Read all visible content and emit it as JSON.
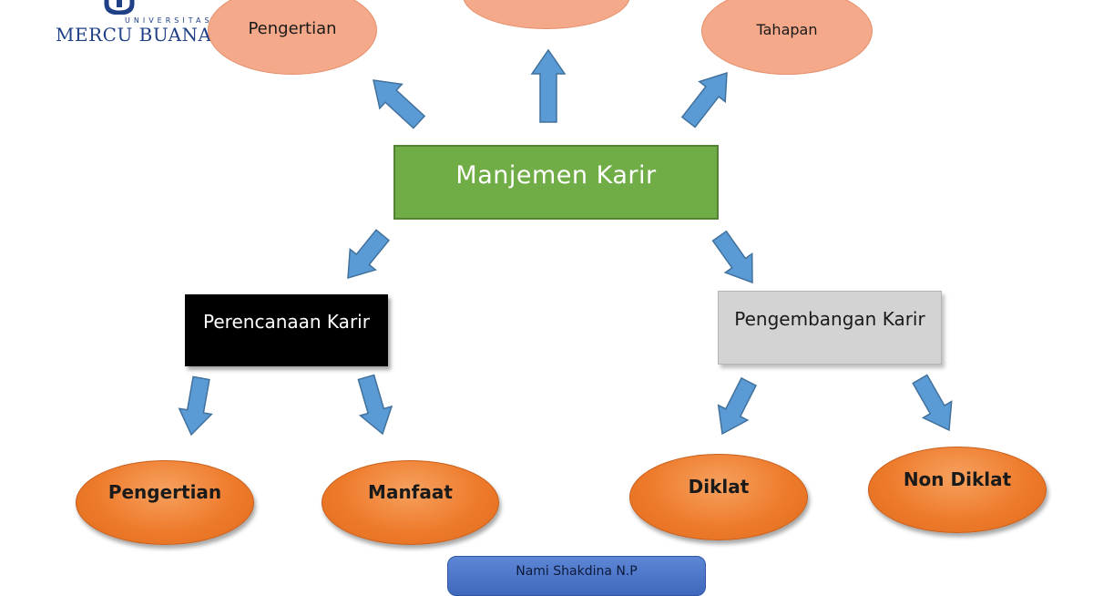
{
  "logo": {
    "sub": "UNIVERSITAS",
    "main": "MERCU BUANA"
  },
  "center": {
    "label": "Manjemen Karir"
  },
  "top_nodes": [
    {
      "label": "Pengertian"
    },
    {
      "label": ""
    },
    {
      "label": "Tahapan"
    }
  ],
  "left_branch": {
    "label": "Perencanaan Karir",
    "children": [
      {
        "label": "Pengertian"
      },
      {
        "label": "Manfaat"
      }
    ]
  },
  "right_branch": {
    "label": "Pengembangan Karir",
    "children": [
      {
        "label": "Diklat"
      },
      {
        "label": "Non Diklat"
      }
    ]
  },
  "footer": {
    "label": "Nami Shakdina N.P"
  },
  "colors": {
    "center_fill": "#70ad47",
    "top_ellipse_fill": "#f4a98a",
    "bottom_ellipse_fill": "#ee7b2c",
    "arrow_fill": "#5b9bd5",
    "left_box_fill": "#000000",
    "right_box_fill": "#d3d3d3",
    "footer_fill": "#4472c4"
  }
}
